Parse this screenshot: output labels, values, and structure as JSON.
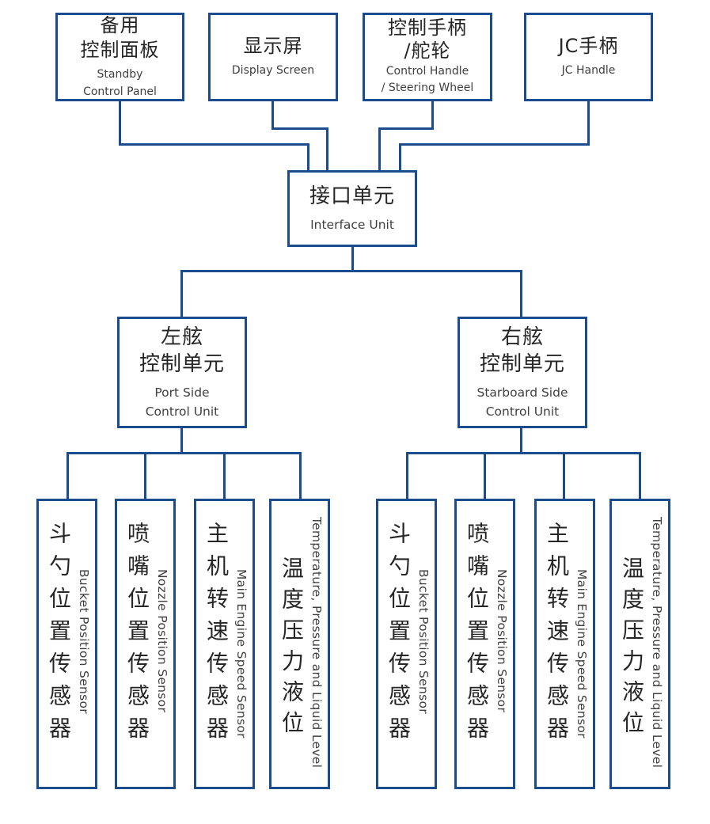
{
  "colors": {
    "line": "#1b4c8e",
    "zh_text": "#262626",
    "en_text": "#404040"
  },
  "nodes": {
    "standby": {
      "zh": "备用\n控制面板",
      "en": "Standby\nControl Panel"
    },
    "display": {
      "zh": "显示屏",
      "en": "Display Screen"
    },
    "control_handle": {
      "zh": "控制手柄\n/舵轮",
      "en": "Control Handle\n/ Steering Wheel"
    },
    "jc_handle": {
      "zh": "JC手柄",
      "en": "JC Handle"
    },
    "interface": {
      "zh": "接口单元",
      "en": "Interface Unit"
    },
    "port": {
      "zh": "左舷\n控制单元",
      "en": "Port Side\nControl Unit"
    },
    "starboard": {
      "zh": "右舷\n控制单元",
      "en": "Starboard Side\nControl Unit"
    },
    "sensors": [
      {
        "zh": "斗勺位置传感器",
        "en": "Bucket Position Sensor"
      },
      {
        "zh": "喷嘴位置传感器",
        "en": "Nozzle Position Sensor"
      },
      {
        "zh": "主机转速传感器",
        "en": "Main Engine Speed Sensor"
      },
      {
        "zh": "温度压力液位",
        "en": "Temperature, Pressure and Liquid Level"
      }
    ]
  }
}
